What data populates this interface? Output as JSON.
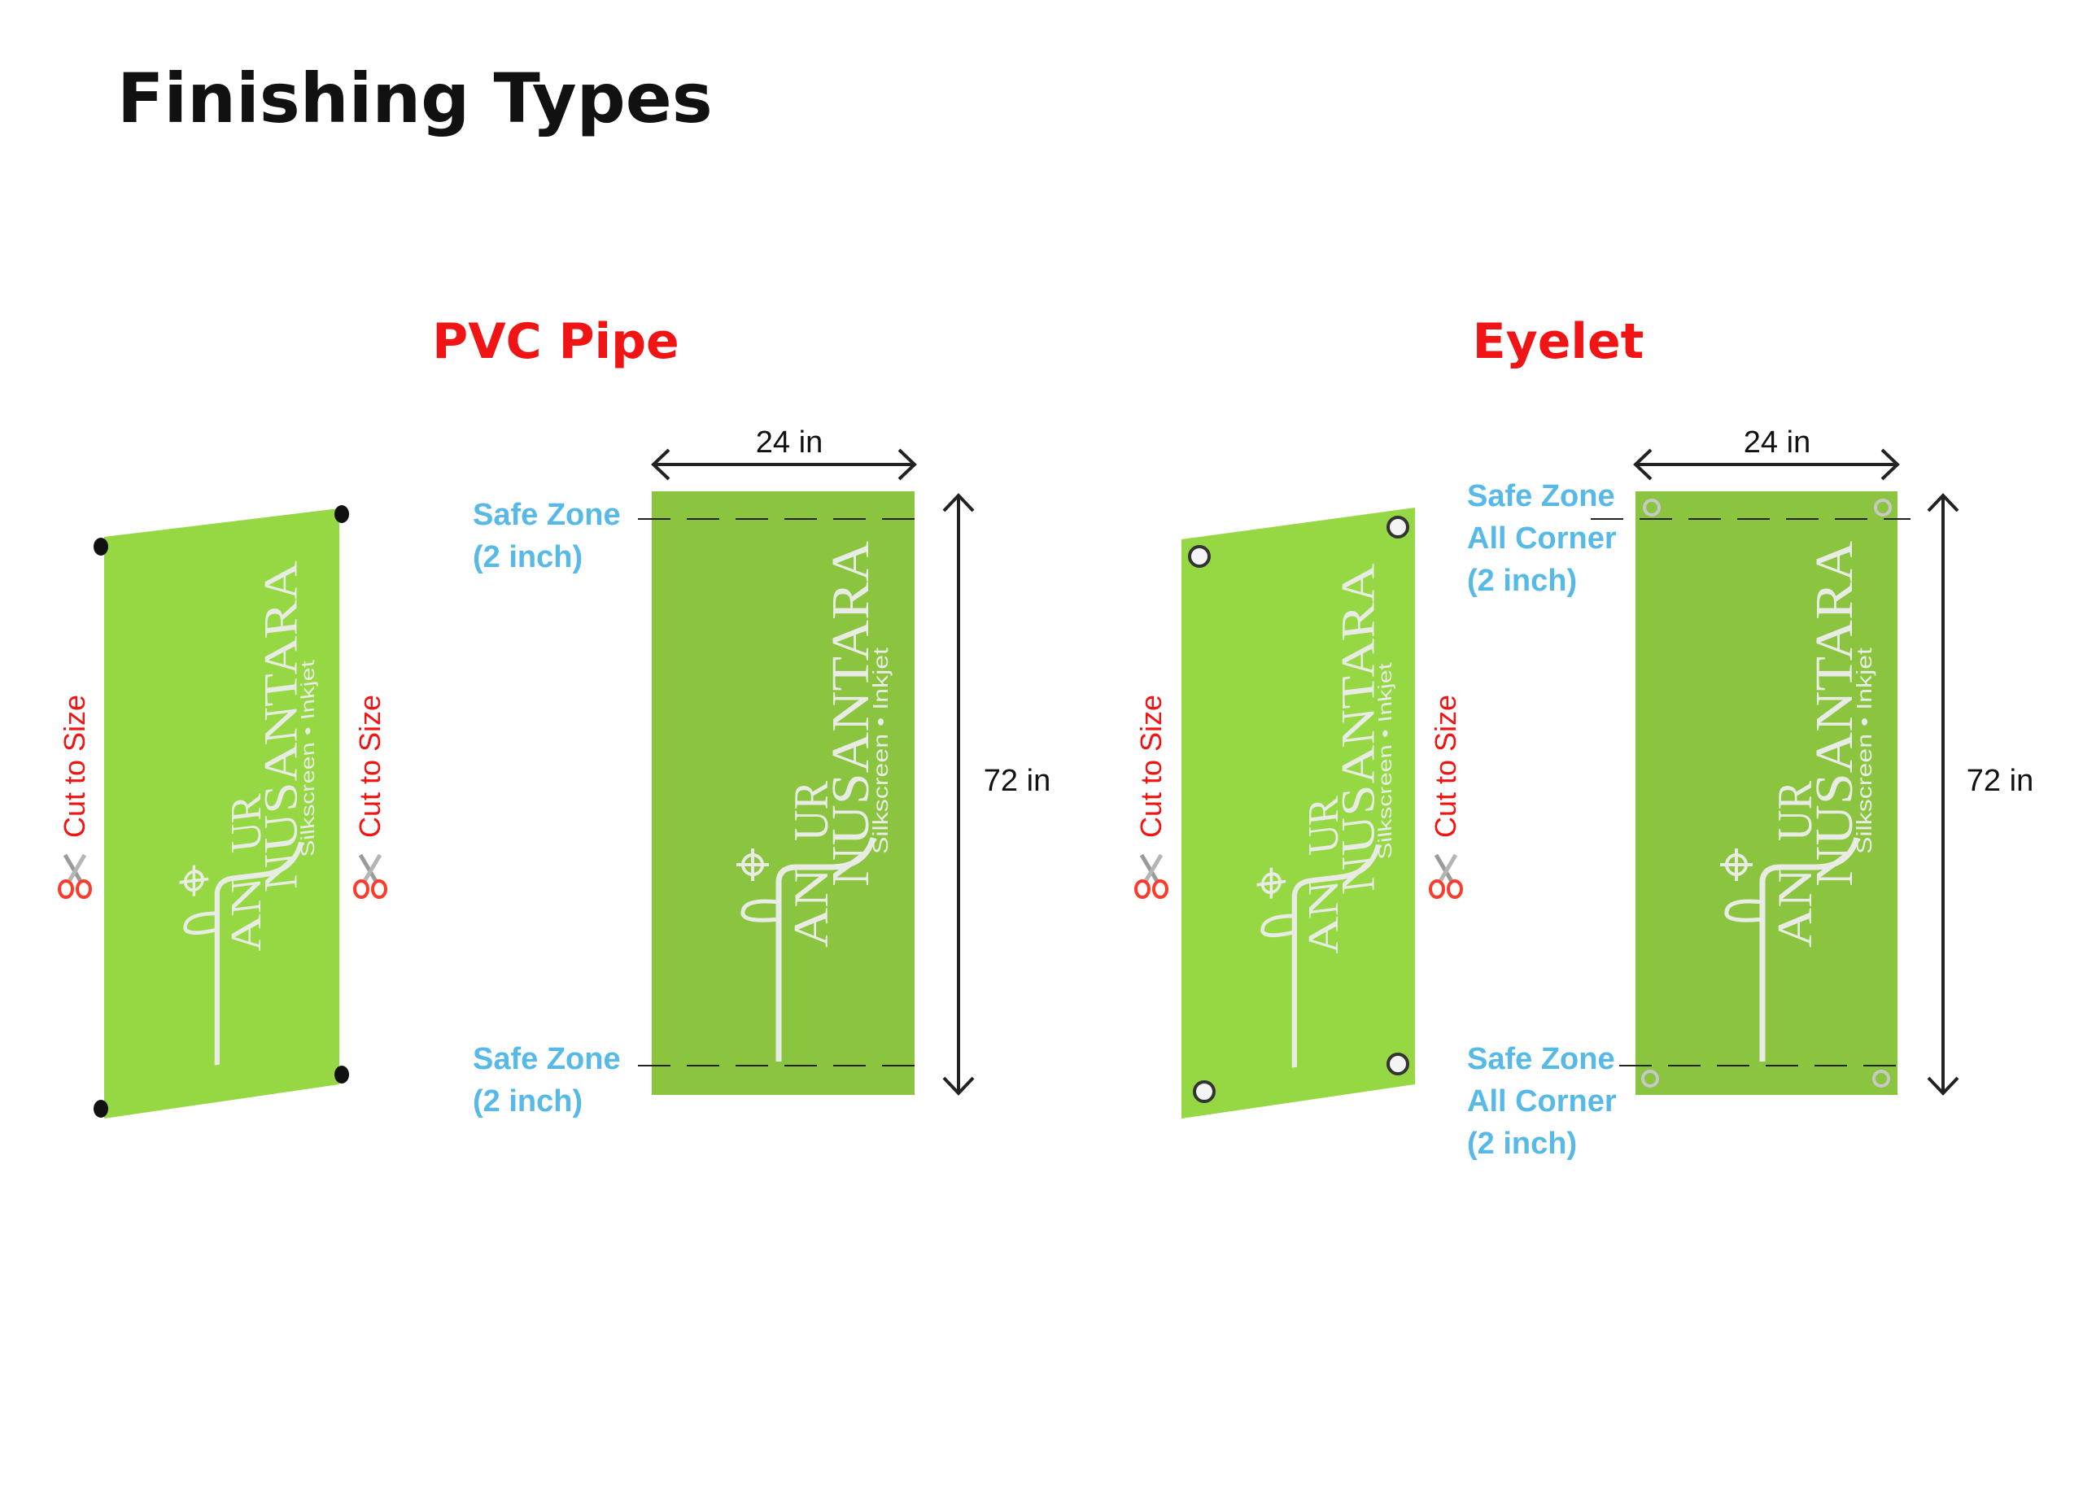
{
  "title": "Finishing Types",
  "colors": {
    "skewed_green": "#96d843",
    "flat_green": "#8bc43f",
    "heading_red": "#f01414",
    "safe_blue": "#56b9e8"
  },
  "cut_label": "Cut to Size",
  "logo": {
    "an": "AN",
    "ur": "UR",
    "nusantara": "NUSANTARA",
    "tagline": "Silkscreen  •  Inkjet"
  },
  "sections": [
    {
      "heading": "PVC Pipe",
      "width_label": "24 in",
      "height_label": "72 in",
      "safe_top": [
        "Safe Zone",
        "(2 inch)"
      ],
      "safe_bottom": [
        "Safe Zone",
        "(2 inch)"
      ]
    },
    {
      "heading": "Eyelet",
      "width_label": "24 in",
      "height_label": "72 in",
      "safe_top": [
        "Safe Zone",
        "All Corner",
        "(2 inch)"
      ],
      "safe_bottom": [
        "Safe Zone",
        "All Corner",
        "(2 inch)"
      ]
    }
  ]
}
